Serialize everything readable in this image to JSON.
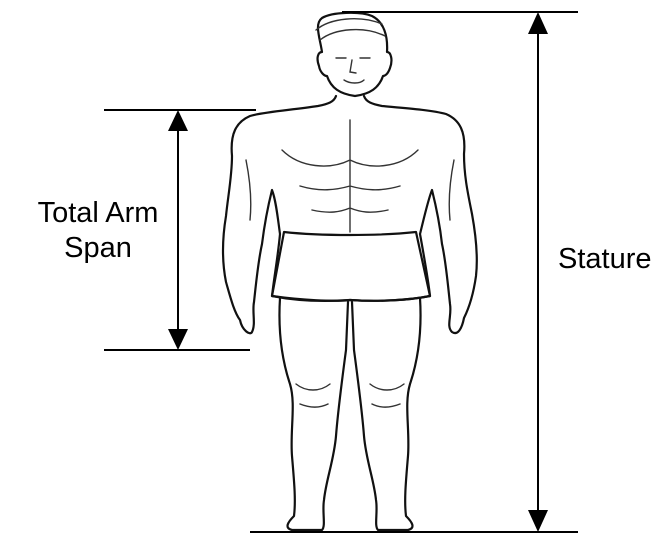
{
  "labels": {
    "arm_span_line1": "Total Arm",
    "arm_span_line2": "Span",
    "stature": "Stature"
  },
  "colors": {
    "ink": "#000000",
    "background": "#ffffff"
  }
}
